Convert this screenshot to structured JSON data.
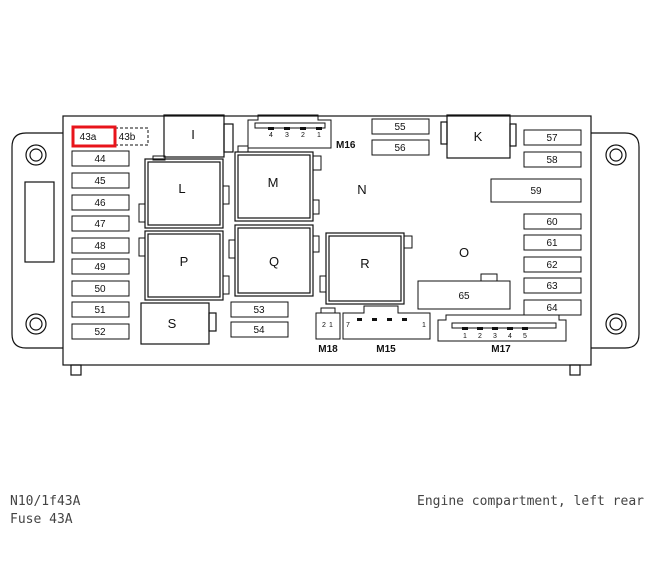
{
  "highlight_color": "#e8141b",
  "caption": {
    "ref_code": "N10/1f43A",
    "fuse_name": "Fuse 43A",
    "location": "Engine compartment, left rear"
  },
  "fuses": {
    "f43a": "43a",
    "f43b": "43b",
    "f44": "44",
    "f45": "45",
    "f46": "46",
    "f47": "47",
    "f48": "48",
    "f49": "49",
    "f50": "50",
    "f51": "51",
    "f52": "52",
    "f53": "53",
    "f54": "54",
    "f55": "55",
    "f56": "56",
    "f57": "57",
    "f58": "58",
    "f59": "59",
    "f60": "60",
    "f61": "61",
    "f62": "62",
    "f63": "63",
    "f64": "64",
    "f65": "65"
  },
  "relays": {
    "i": "I",
    "k": "K",
    "l": "L",
    "m": "M",
    "p": "P",
    "q": "Q",
    "r": "R",
    "s": "S"
  },
  "zones": {
    "n": "N",
    "o": "O"
  },
  "connectors": {
    "m15": "M15",
    "m16": "M16",
    "m17": "M17",
    "m18": "M18",
    "m16_pins": [
      "4",
      "3",
      "2",
      "1"
    ],
    "m17_pins": [
      "1",
      "2",
      "3",
      "4",
      "5"
    ],
    "m18_pins": [
      "2",
      "1"
    ],
    "m15_pin_left": "7",
    "m15_pin_right": "1"
  }
}
